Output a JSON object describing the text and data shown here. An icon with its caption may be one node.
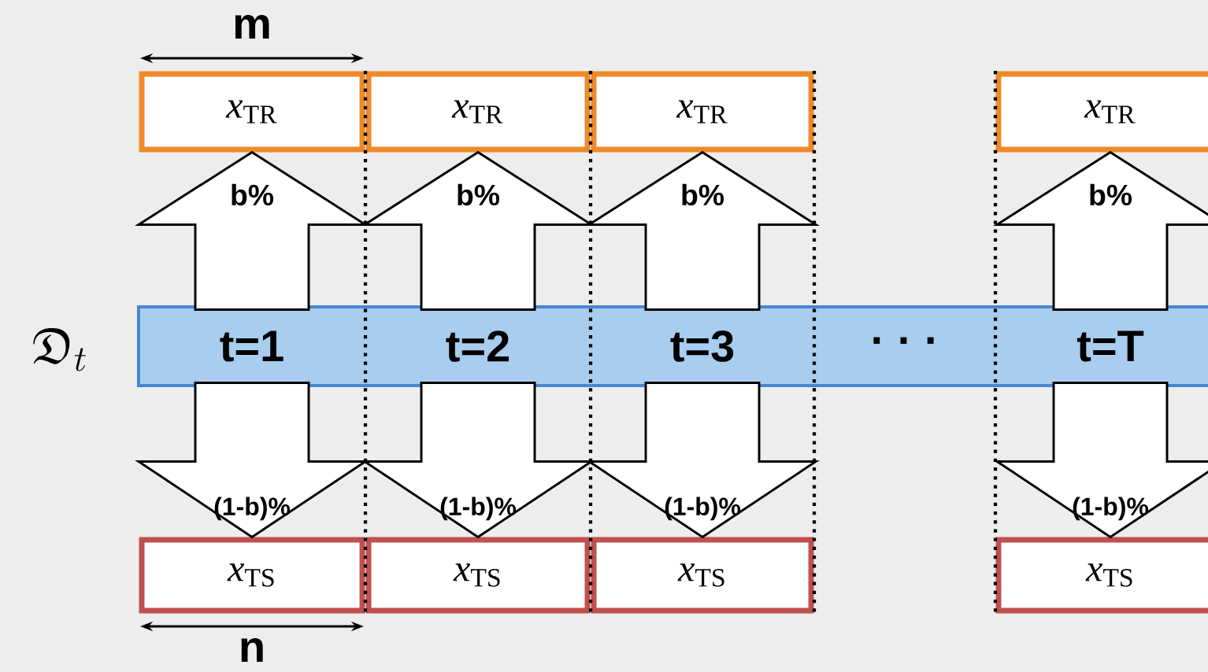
{
  "diagram": {
    "nodes": [
      {
        "text": [
          "*x*$_{TR}$"
        ]
      },
      {
        "text": [
          "*x*$_{TR}$"
        ]
      },
      {
        "text": [
          "*x*$_{TR}$"
        ]
      },
      {
        "text": [
          "*x*$_{TR}$"
        ]
      },
      {
        "text": [
          "t=1"
        ]
      },
      {
        "text": [
          "t=2"
        ]
      },
      {
        "text": [
          "t=3"
        ]
      },
      {
        "text": [
          "· · ·"
        ]
      },
      {
        "text": [
          "t=T"
        ]
      },
      {
        "text": [
          "*x*$_{TS}$"
        ]
      },
      {
        "text": [
          "*x*$_{TS}$"
        ]
      },
      {
        "text": [
          "*x*$_{TS}$"
        ]
      },
      {
        "text": [
          "*x*$_{TS}$"
        ]
      }
    ],
    "edges": [
      {
        "from": 4,
        "to": 0,
        "arrow": "to",
        "label": "b%"
      },
      {
        "from": 4,
        "to": 9,
        "arrow": "to",
        "label": "(1-b)%"
      },
      {
        "from": 5,
        "to": 1,
        "arrow": "to",
        "label": "b%"
      },
      {
        "from": 5,
        "to": 10,
        "arrow": "to",
        "label": "(1-b)%"
      },
      {
        "from": 6,
        "to": 2,
        "arrow": "to",
        "label": "b%"
      },
      {
        "from": 6,
        "to": 11,
        "arrow": "to",
        "label": "(1-b)%"
      },
      {
        "from": 8,
        "to": 3,
        "arrow": "to",
        "label": "b%"
      },
      {
        "from": 8,
        "to": 12,
        "arrow": "to",
        "label": "(1-b)%"
      }
    ],
    "labels": [
      "m",
      "\\mathfrak{D}_t",
      "n"
    ]
  }
}
